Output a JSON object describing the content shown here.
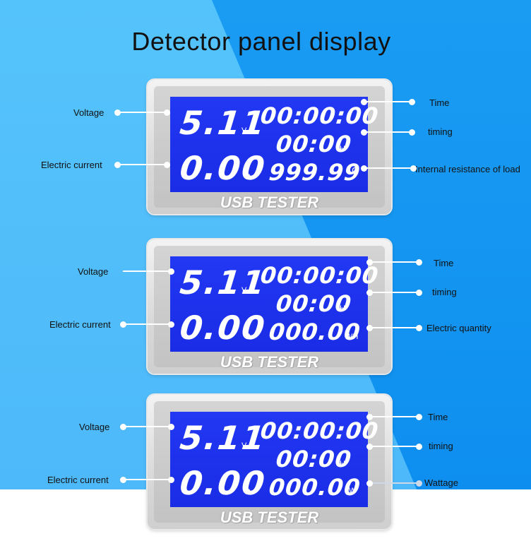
{
  "title": "Detector panel display",
  "panels": [
    {
      "brand": "USB TESTER",
      "voltage": "5.11",
      "voltage_unit": "V",
      "current": "0.00",
      "current_unit": "A",
      "time": "00:00:00",
      "timing": "00:00",
      "timing_unit": "H",
      "third": "999.99",
      "third_unit": "Ω",
      "labels": {
        "voltage": "Voltage",
        "current": "Electric current",
        "time": "Time",
        "timing": "timing",
        "third": "Internal resistance of load"
      }
    },
    {
      "brand": "USB TESTER",
      "voltage": "5.11",
      "voltage_unit": "V",
      "current": "0.00",
      "current_unit": "A",
      "time": "00:00:00",
      "timing": "00:00",
      "timing_unit": "H",
      "third": "000.00",
      "third_unit": "WH",
      "labels": {
        "voltage": "Voltage",
        "current": "Electric current",
        "time": "Time",
        "timing": "timing",
        "third": "Electric quantity"
      }
    },
    {
      "brand": "USB TESTER",
      "voltage": "5.11",
      "voltage_unit": "V",
      "current": "0.00",
      "current_unit": "A",
      "time": "00:00:00",
      "timing": "00:00",
      "timing_unit": "H",
      "third": "000.00",
      "third_unit": "W",
      "labels": {
        "voltage": "Voltage",
        "current": "Electric current",
        "time": "Time",
        "timing": "timing",
        "third": "Wattage"
      }
    }
  ]
}
